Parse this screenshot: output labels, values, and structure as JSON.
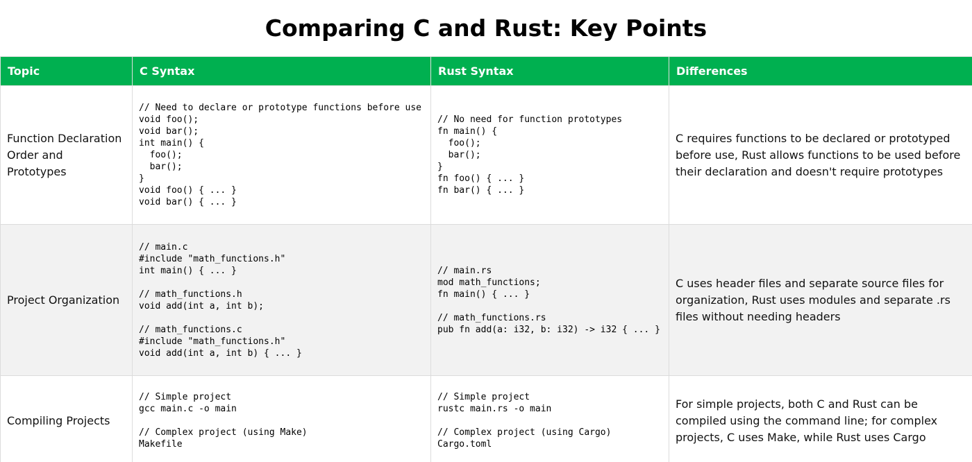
{
  "title": "Comparing C and Rust: Key Points",
  "headers": [
    "Topic",
    "C Syntax",
    "Rust Syntax",
    "Differences"
  ],
  "rows": [
    {
      "topic": "Function Declaration Order and Prototypes",
      "c": "// Need to declare or prototype functions before use\nvoid foo();\nvoid bar();\nint main() {\n  foo();\n  bar();\n}\nvoid foo() { ... }\nvoid bar() { ... }",
      "rust": "// No need for function prototypes\nfn main() {\n  foo();\n  bar();\n}\nfn foo() { ... }\nfn bar() { ... }",
      "diff": "C requires functions to be declared or prototyped before use, Rust allows functions to be used before their declaration and doesn't require prototypes"
    },
    {
      "topic": "Project Organization",
      "c": "// main.c\n#include \"math_functions.h\"\nint main() { ... }\n\n// math_functions.h\nvoid add(int a, int b);\n\n// math_functions.c\n#include \"math_functions.h\"\nvoid add(int a, int b) { ... }",
      "rust": "// main.rs\nmod math_functions;\nfn main() { ... }\n\n// math_functions.rs\npub fn add(a: i32, b: i32) -> i32 { ... }",
      "diff": "C uses header files and separate source files for organization, Rust uses modules and separate .rs files without needing headers"
    },
    {
      "topic": "Compiling Projects",
      "c": "// Simple project\ngcc main.c -o main\n\n// Complex project (using Make)\nMakefile",
      "rust": "// Simple project\nrustc main.rs -o main\n\n// Complex project (using Cargo)\nCargo.toml",
      "diff": "For simple projects, both C and Rust can be compiled using the command line; for complex projects, C uses Make, while Rust uses Cargo"
    }
  ]
}
